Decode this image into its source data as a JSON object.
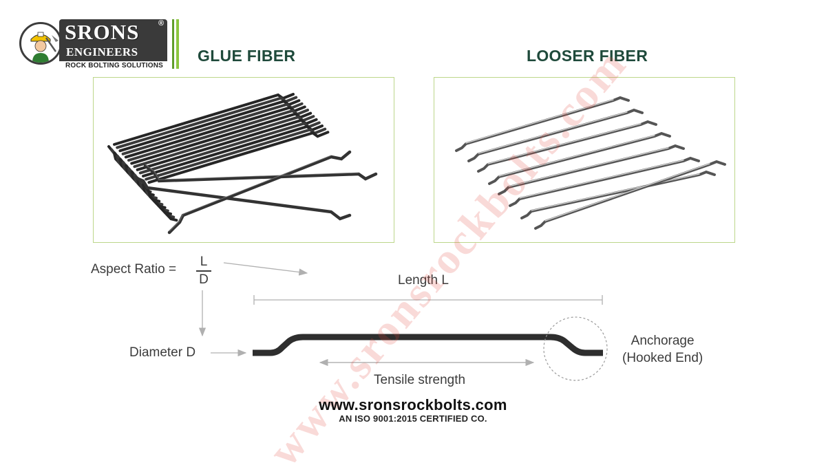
{
  "logo": {
    "name": "SRONS",
    "registered": "®",
    "subtitle": "ENGINEERS",
    "tagline": "ROCK BOLTING SOLUTIONS"
  },
  "titles": {
    "glue": "GLUE FIBER",
    "looser": "LOOSER FIBER"
  },
  "diagram": {
    "aspect_ratio_label": "Aspect Ratio =",
    "fraction_numerator": "L",
    "fraction_denominator": "D",
    "length_label": "Length L",
    "diameter_label": "Diameter D",
    "anchorage_line1": "Anchorage",
    "anchorage_line2": "(Hooked End)",
    "tensile_label": "Tensile strength"
  },
  "footer": {
    "url": "www.sronsrockbolts.com",
    "certification": "AN ISO 9001:2015 CERTIFIED CO."
  },
  "watermark": "www.sronsrockbolts.com",
  "colors": {
    "title_green": "#1f4a3b",
    "panel_border": "#bcd68a",
    "logo_green": "#8cc63f",
    "logo_dark": "#3a3a3a",
    "watermark_red": "#e2463c",
    "fiber_dark": "#2e2e2e"
  }
}
